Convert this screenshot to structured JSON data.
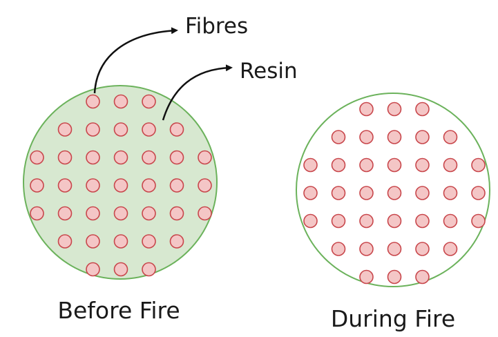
{
  "labels": {
    "fibres": "Fibres",
    "resin": "Resin",
    "before": "Before Fire",
    "during": "During Fire"
  },
  "panels": {
    "before": {
      "resin_fill": "#d7e8d0",
      "outline": "#6bb25b"
    },
    "during": {
      "resin_fill": "#ffffff",
      "outline": "#6bb25b"
    }
  },
  "fibres": {
    "fill": "#f4c6c6",
    "stroke": "#c8464b"
  },
  "fibre_rows": [
    3,
    5,
    7,
    7,
    7,
    5,
    3
  ],
  "arrow_color": "#111111"
}
